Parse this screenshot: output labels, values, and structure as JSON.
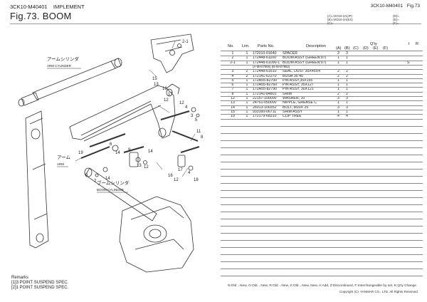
{
  "header": {
    "model": "3CK10-M40401",
    "section": "IMPLEMENT",
    "fig_title": "Fig.73.  BOOM",
    "right_model": "3CK10-M40401",
    "right_fig": "Fig.73"
  },
  "drawing": {
    "callouts": [
      "2-1",
      "15",
      "13",
      "16",
      "12",
      "17",
      "12",
      "4",
      "3",
      "5",
      "11",
      "8",
      "19",
      "6",
      "14",
      "9",
      "13",
      "12",
      "14",
      "9",
      "7",
      "14",
      "16",
      "12",
      "17",
      "4",
      "18"
    ],
    "arm_cylinder_jp": "アームシリンダ",
    "arm_cylinder_en": "ARM CYLINDER",
    "arm_jp": "アーム",
    "arm_en": "ARM",
    "boom_cylinder_jp": "ブームシリンダ",
    "boom_cylinder_en": "BOOM CYLINDER"
  },
  "model_note": {
    "line1": "(A)=VIO10-2A(JP)",
    "line2": "(B)=VIO10-2A(EX)",
    "line3": "(C)="
  },
  "qty_note": {
    "line1": "(D)=",
    "line2": "(E)=",
    "line3": "(F)="
  },
  "columns": {
    "no": "No.",
    "lim": "Lim.",
    "parts_no": "Parts No.",
    "description": "Description",
    "qty": "Q'ty",
    "qa": "(A)",
    "qb": "(B)",
    "qc": "(C)",
    "qd": "(D)",
    "qe": "(E)",
    "qf": "(F)",
    "i": "I",
    "r": "R"
  },
  "rows": [
    {
      "no": "1",
      "lim": "1",
      "pn": "172010-01640",
      "desc": "SPACER",
      "a": "3",
      "b": "3",
      "r": ""
    },
    {
      "no": "2",
      "lim": "1",
      "pn": "172448-61100",
      "desc": "BOOM ASSY (GREEN:97)",
      "a": "1",
      "b": "1",
      "r": ""
    },
    {
      "no": "2-1",
      "lim": "1",
      "pn": "172448-61090-1",
      "desc": "BOOM ASSY (GREEN:97)",
      "a": "1",
      "b": "1",
      "r": "S"
    },
    {
      "note": "(A-MA07960)        (B-MA07862)"
    },
    {
      "no": "3",
      "lim": "2",
      "pn": "172448-61610",
      "desc": "SEAL, DUST 35X45X4",
      "a": "2",
      "b": "2",
      "r": ""
    },
    {
      "no": "4",
      "lim": "2",
      "pn": "172141-62270",
      "desc": "BUSH 35 45",
      "a": "2",
      "b": "2",
      "r": ""
    },
    {
      "no": "5",
      "lim": "1",
      "pn": "172A55-82700",
      "desc": "PIN ASSY,35X155",
      "a": "1",
      "b": "1",
      "r": ""
    },
    {
      "no": "6",
      "lim": "1",
      "pn": "172A55-82760",
      "desc": "PIN ASSY, 35X127",
      "a": "1",
      "b": "1",
      "r": ""
    },
    {
      "no": "7",
      "lim": "1",
      "pn": "172A55-82790",
      "desc": "PIN ASSY, 30X121",
      "a": "1",
      "b": "1",
      "r": ""
    },
    {
      "no": "8",
      "lim": "1",
      "pn": "172141-84801",
      "desc": "SHIM",
      "a": "2",
      "b": "2",
      "r": ""
    },
    {
      "no": "12",
      "lim": "1",
      "pn": "22157-100000",
      "desc": "WASHER, 10",
      "a": "3",
      "b": "3",
      "r": ""
    },
    {
      "no": "13",
      "lim": "1",
      "pn": "24761-050000",
      "desc": "NIPPLE, GREASE C",
      "a": "1",
      "b": "1",
      "r": ""
    },
    {
      "no": "14",
      "lim": "1",
      "pn": "26013-100352",
      "desc": "BOLT, M10X 25",
      "a": "3",
      "b": "3",
      "r": ""
    },
    {
      "no": "15",
      "lim": "1",
      "pn": "933160-06711",
      "desc": "SHIM ASSY",
      "a": "1",
      "b": "1",
      "r": ""
    },
    {
      "no": "19",
      "lim": "1",
      "pn": "172179-68310",
      "desc": "CLIP TREE",
      "a": "4",
      "b": "4",
      "r": ""
    }
  ],
  "remarks": {
    "title": "Remarks",
    "line1": "[1]3 POINT SUSPEND SPEC.",
    "line2": "[2]1 POINT SUSPEND SPEC."
  },
  "footer": {
    "legend": "N:Old→New,  O:Old→New,  R:Old→New,  S:Old→New,  New, A:Add, Z:Discontinued, F:Interchangeable by set, K:Q'ty Change",
    "copyright": "Copyright (C). YANMAR CO., LTD. All Rights Reserved."
  }
}
